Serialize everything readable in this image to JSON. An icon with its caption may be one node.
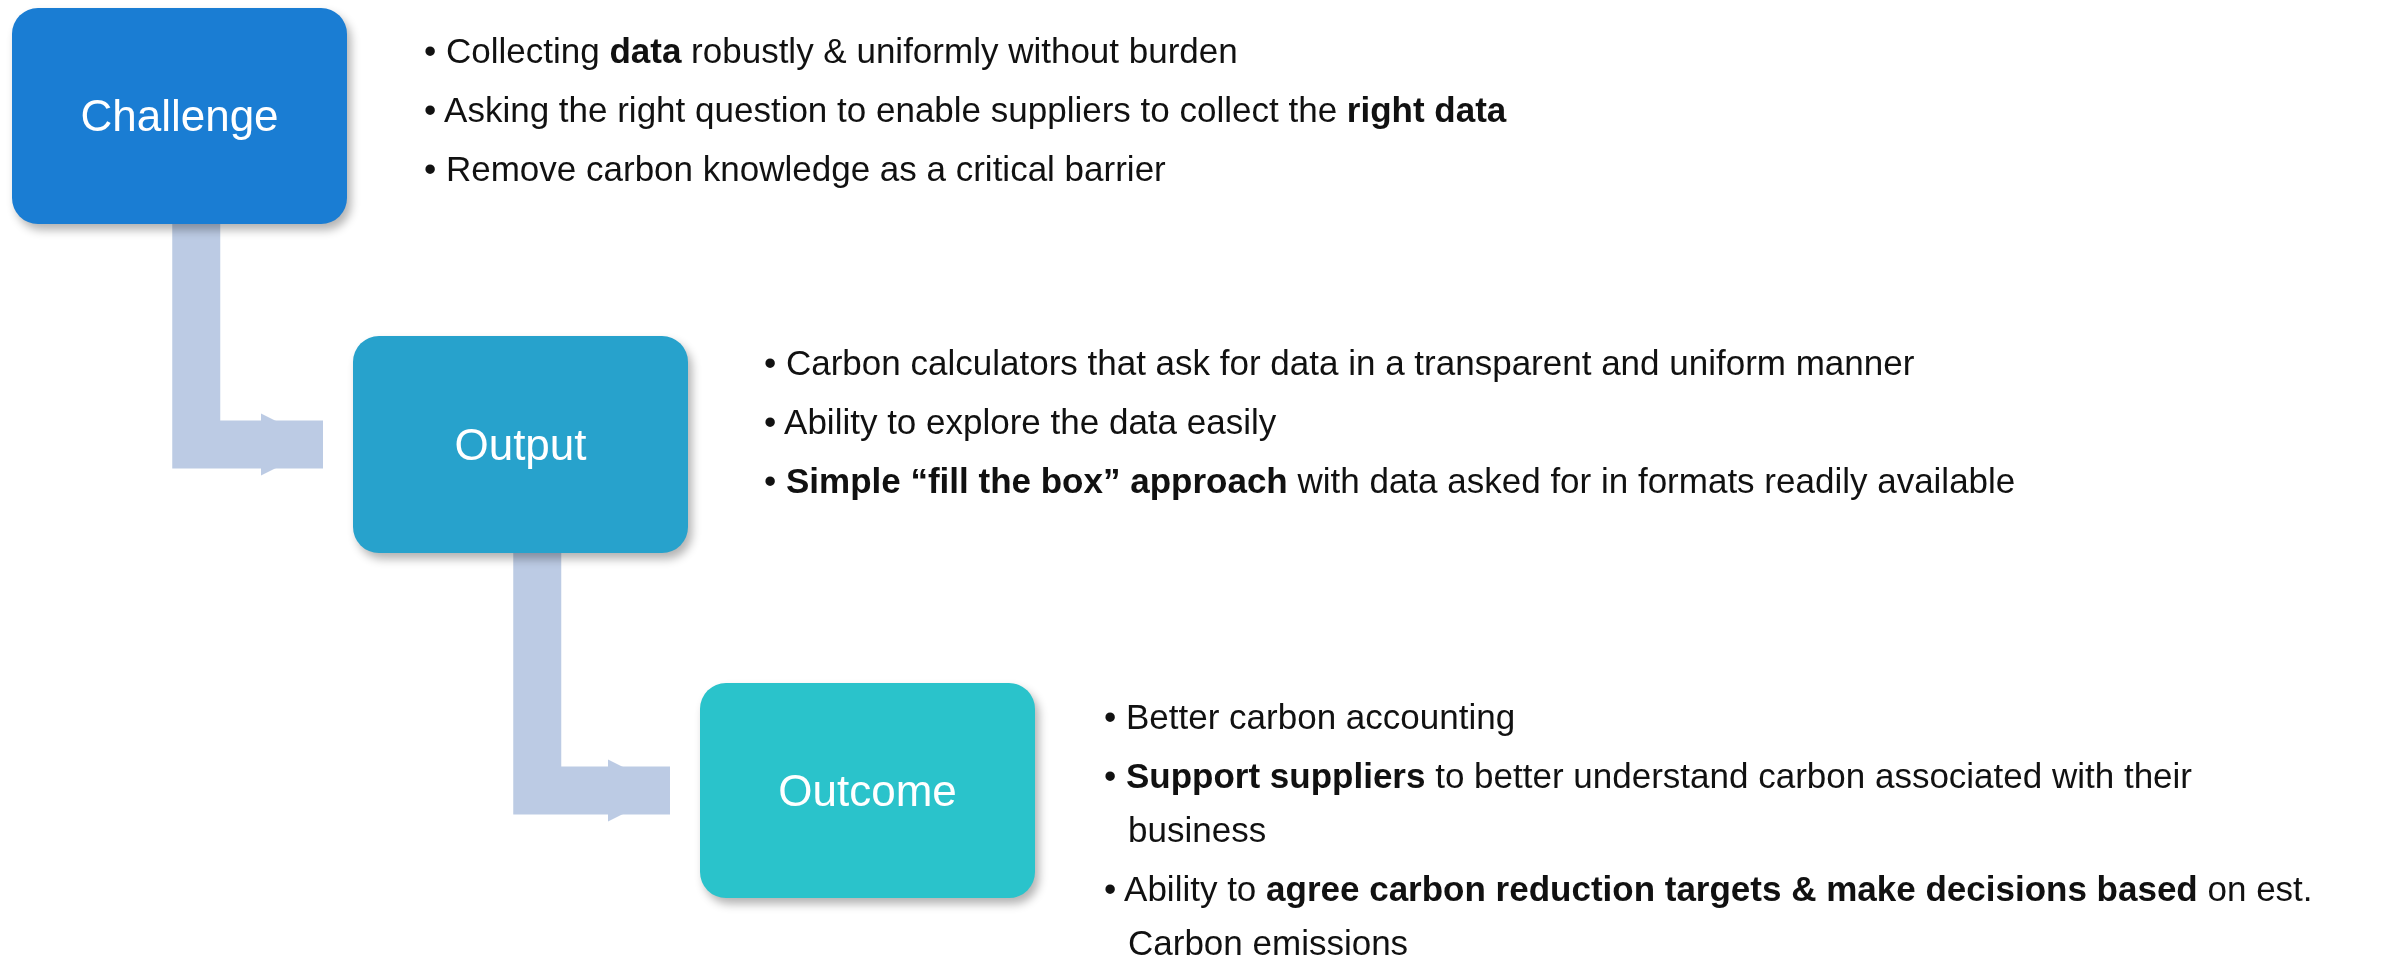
{
  "diagram": {
    "nodes": [
      {
        "text": [
          "Challenge"
        ],
        "beside": [
          "• Collecting **data** robustly & uniformly without burden",
          "• Asking the right question to enable suppliers to collect the **right data**",
          "• Remove carbon knowledge as a critical barrier"
        ]
      },
      {
        "text": [
          "Output"
        ],
        "beside": [
          "• Carbon calculators that ask for data in a transparent and uniform manner",
          "• Ability to explore the data easily",
          "• **Simple “fill the box” approach** with data asked for in formats readily available"
        ]
      },
      {
        "text": [
          "Outcome"
        ],
        "beside": [
          "• Better carbon accounting",
          "• **Support suppliers** to better understand carbon associated with their business",
          "• Ability to **agree carbon reduction targets & make decisions based** on est. Carbon emissions"
        ]
      }
    ],
    "edges": [
      {
        "from": 0,
        "to": 1,
        "arrow": "to"
      },
      {
        "from": 1,
        "to": 2,
        "arrow": "to"
      }
    ]
  }
}
